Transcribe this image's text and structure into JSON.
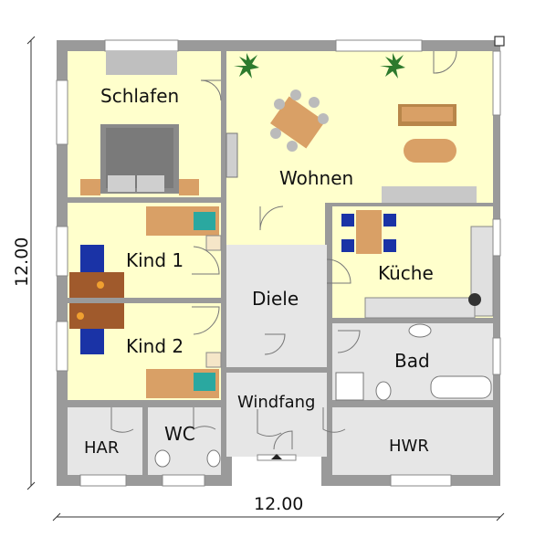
{
  "plan": {
    "rooms": [
      {
        "id": "schlafen",
        "label": "Schlafen"
      },
      {
        "id": "wohnen",
        "label": "Wohnen"
      },
      {
        "id": "kind1",
        "label": "Kind 1"
      },
      {
        "id": "kueche",
        "label": "Küche"
      },
      {
        "id": "diele",
        "label": "Diele"
      },
      {
        "id": "kind2",
        "label": "Kind 2"
      },
      {
        "id": "bad",
        "label": "Bad"
      },
      {
        "id": "windfang",
        "label": "Windfang"
      },
      {
        "id": "har",
        "label": "HAR"
      },
      {
        "id": "wc",
        "label": "WC"
      },
      {
        "id": "hwr",
        "label": "HWR"
      }
    ],
    "dimensions": {
      "width": "12.00",
      "height": "12.00"
    }
  },
  "colors": {
    "living": "#ffffcc",
    "service": "#e6e6e6",
    "wall": "#999999",
    "wood": "#d9a066",
    "blue": "#1a33a6",
    "teal": "#2aa8a0"
  }
}
